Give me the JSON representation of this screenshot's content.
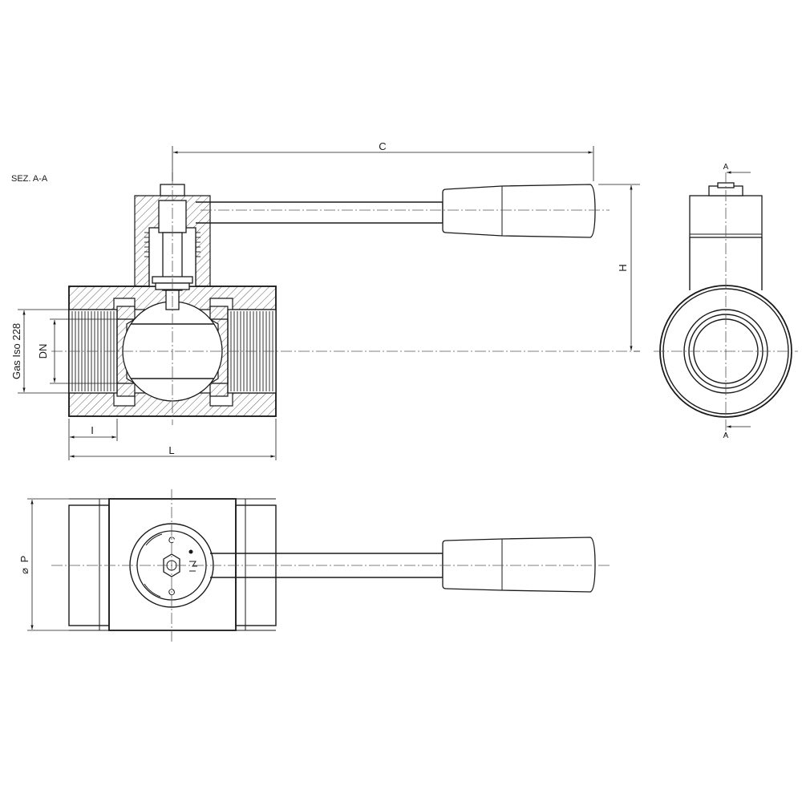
{
  "section_label": "SEZ.  A-A",
  "dimensions": {
    "c": "C",
    "h": "H",
    "l": "L",
    "i": "I",
    "dn": "DN",
    "gas": "Gas  Iso  228",
    "dia_p": "P",
    "dia_symbol": "⌀"
  },
  "section_markers": {
    "top": "A",
    "bottom": "A"
  },
  "cap_markings": {
    "closed": "C",
    "open": "O"
  },
  "colors": {
    "line": "#1a1a1a",
    "background": "#ffffff"
  }
}
